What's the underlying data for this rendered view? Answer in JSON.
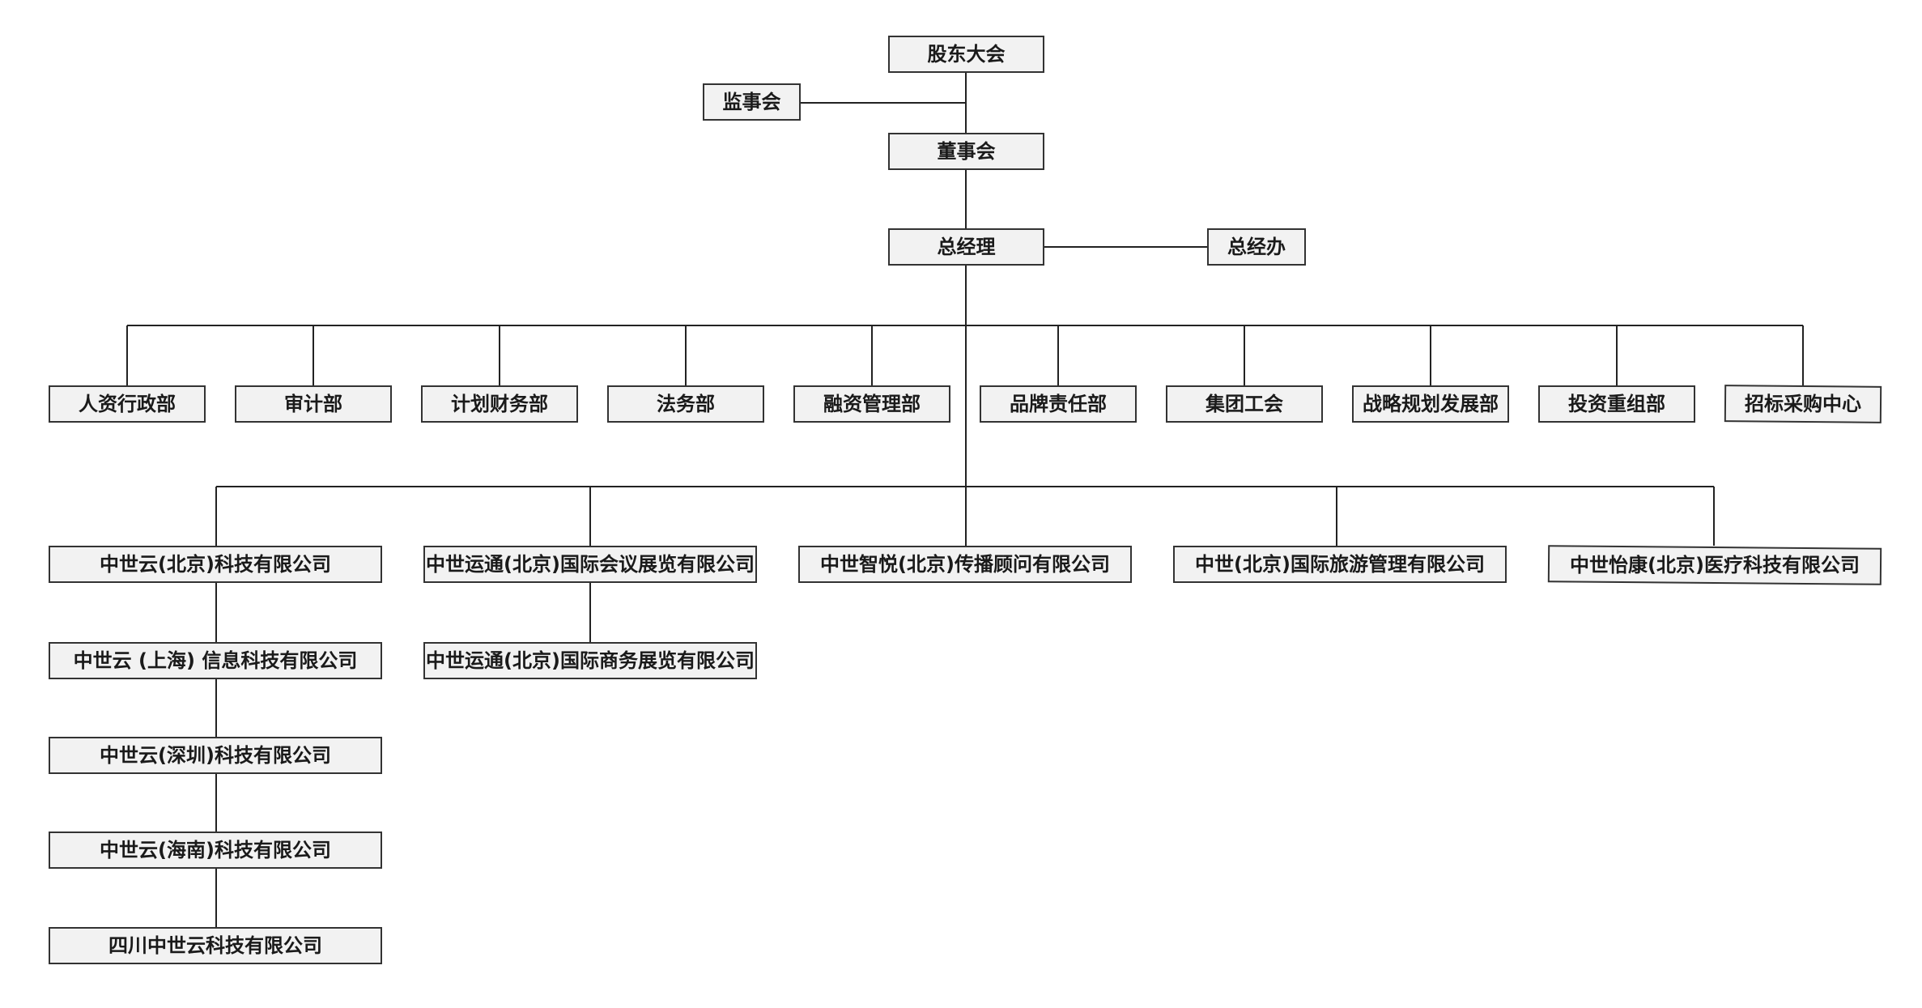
{
  "nodes": {
    "shareholders": "股东大会",
    "supervisors": "监事会",
    "board": "董事会",
    "gm": "总经理",
    "gm_office": "总经办",
    "departments": [
      "人资行政部",
      "审计部",
      "计划财务部",
      "法务部",
      "融资管理部",
      "品牌责任部",
      "集团工会",
      "战略规划发展部",
      "投资重组部",
      "招标采购中心"
    ],
    "subsidiaries": [
      "中世云(北京)科技有限公司",
      "中世运通(北京)国际会议展览有限公司",
      "中世智悦(北京)传播顾问有限公司",
      "中世(北京)国际旅游管理有限公司",
      "中世怡康(北京)医疗科技有限公司"
    ],
    "cloud_branch": [
      "中世云 (上海) 信息科技有限公司",
      "中世云(深圳)科技有限公司",
      "中世云(海南)科技有限公司",
      "四川中世云科技有限公司"
    ],
    "expo_branch": [
      "中世运通(北京)国际商务展览有限公司"
    ]
  }
}
